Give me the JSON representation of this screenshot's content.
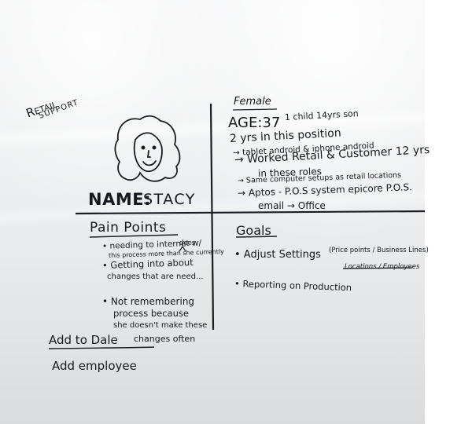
{
  "role_label": [
    "Retail",
    "Support"
  ],
  "persona": {
    "name_label": "NAME:",
    "name_value": "STACY"
  },
  "details": {
    "gender": "Female",
    "age": "AGE:37",
    "child": "1 child 14yrs son",
    "years_position": "2 yrs in this position",
    "devices": "→ tablet   android & iphone android",
    "worked_retail": "→ Worked Retail & Customer 12 yrs",
    "roles": "in these roles",
    "same_computer": "→ Same computer setups as retail locations",
    "aptos": "→ Aptos - P.O.S system epicore P.O.S.",
    "email": "email → Office"
  },
  "pain_points": {
    "heading": "Pain Points",
    "item1_line1": "• needing to internet w/",
    "item1_line2": "this process more than she currently",
    "item1_insert": "does",
    "item2_line1": "• Getting into about",
    "item2_line2": "changes that are need...",
    "item3_line1": "• Not remembering",
    "item3_line2": "process because",
    "item3_line3": "she doesn't make these",
    "item3_line4": "changes often"
  },
  "goals": {
    "heading": "Goals",
    "item1": "• Adjust Settings",
    "item1_detail": "(Price points / Business Lines)",
    "item1_crossed": "Locations / Employees",
    "item2": "• Reporting on Production"
  },
  "bottom_notes": {
    "add_to": "Add to Dale",
    "add_employee": "Add employee"
  }
}
